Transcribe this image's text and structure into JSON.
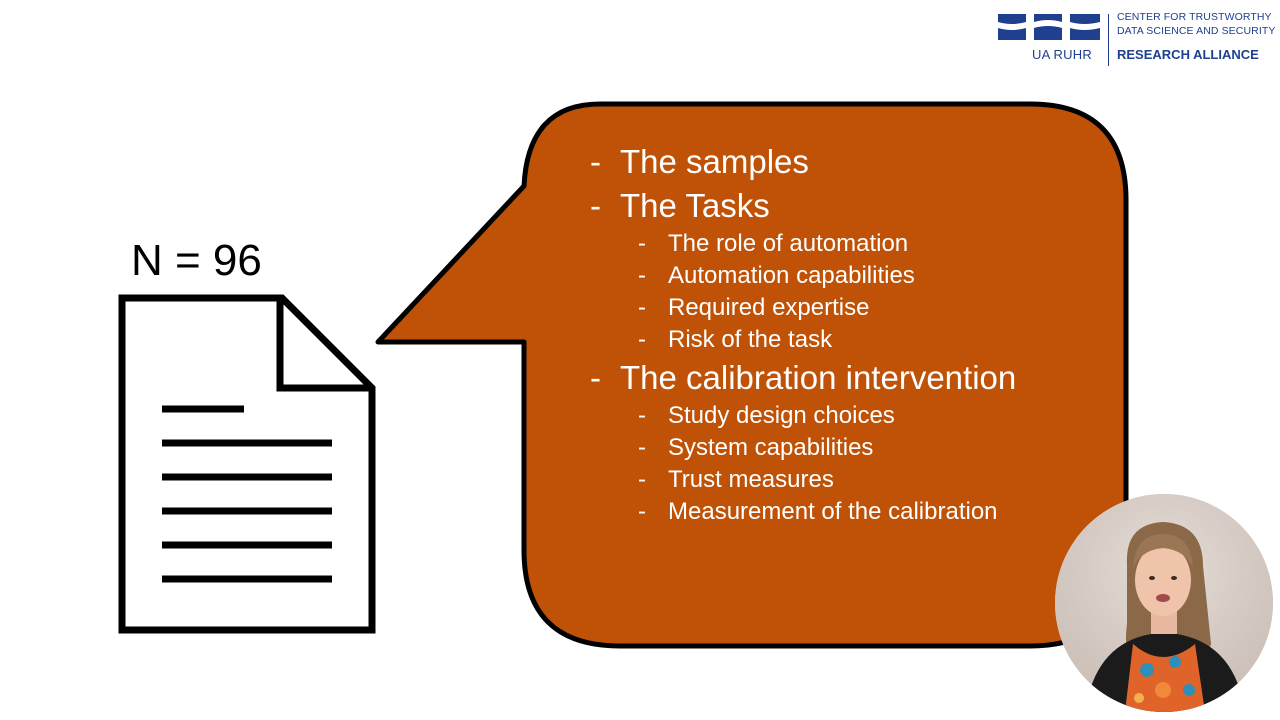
{
  "logo": {
    "org_short": "UA RUHR",
    "line1": "CENTER FOR TRUSTWORTHY",
    "line2": "DATA SCIENCE AND SECURITY",
    "line3": "RESEARCH ALLIANCE",
    "color": "#1f3f8f"
  },
  "document": {
    "count_label": "N = 96",
    "icon": "document-icon"
  },
  "bubble": {
    "color": "#bf5207",
    "items": [
      {
        "text": "The samples",
        "sub": []
      },
      {
        "text": "The Tasks",
        "sub": [
          "The role of automation",
          "Automation capabilities",
          "Required expertise",
          "Risk of the task"
        ]
      },
      {
        "text": "The calibration intervention",
        "sub": [
          "Study design choices",
          "System capabilities",
          "Trust measures",
          "Measurement of the calibration"
        ]
      }
    ]
  },
  "webcam": {
    "icon": "presenter-video"
  }
}
